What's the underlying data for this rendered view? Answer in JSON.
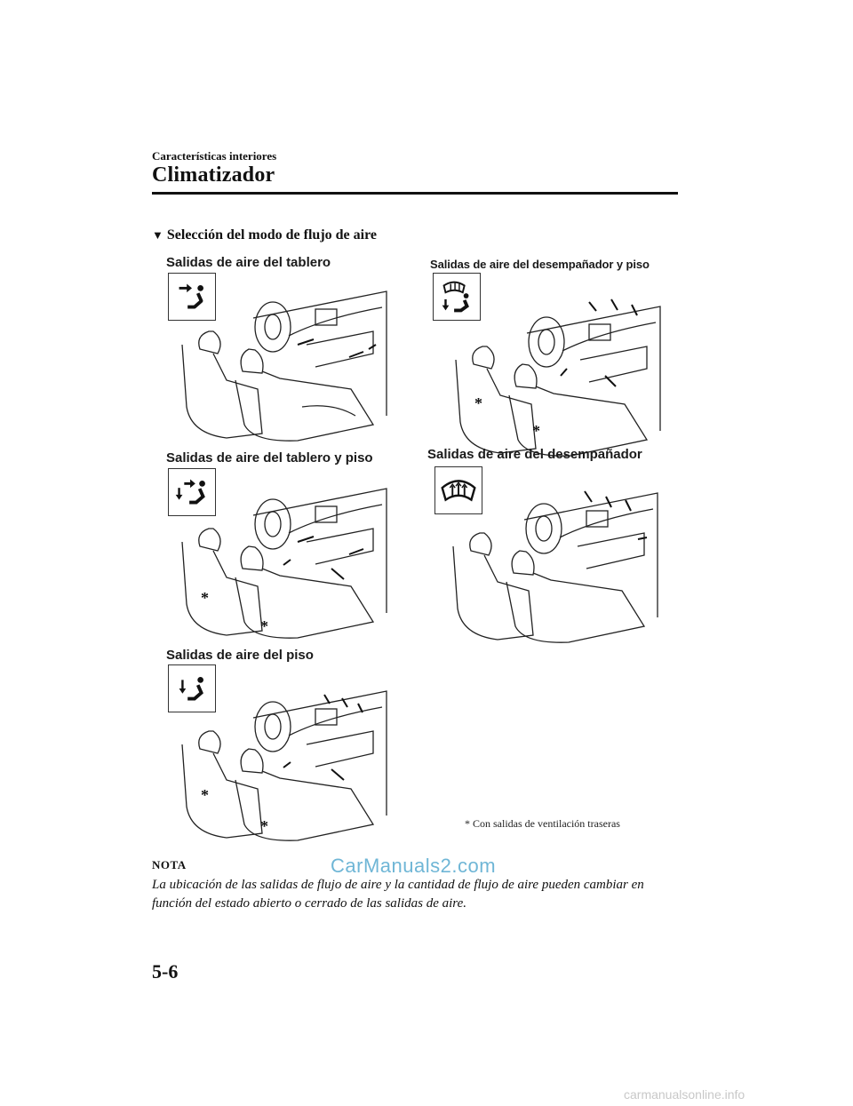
{
  "header": {
    "section": "Características interiores",
    "chapter_title": "Climatizador"
  },
  "subsection": {
    "marker": "▼",
    "title": "Selección del modo de flujo de aire"
  },
  "modes": [
    {
      "caption": "Salidas de aire del tablero",
      "icon": "vent-face-icon"
    },
    {
      "caption": "Salidas de aire del desempañador y piso",
      "icon": "defrost-floor-icon"
    },
    {
      "caption": "Salidas de aire del tablero y piso",
      "icon": "vent-face-floor-icon"
    },
    {
      "caption": "Salidas de aire del desempañador",
      "icon": "windshield-defrost-icon"
    },
    {
      "caption": "Salidas de aire del piso",
      "icon": "vent-floor-icon"
    }
  ],
  "asterisk": "*",
  "footnote": "* Con salidas de ventilación traseras",
  "note": {
    "label": "NOTA",
    "body": "La ubicación de las salidas de flujo de aire y la cantidad de flujo de aire pueden cambiar en función del estado abierto o cerrado de las salidas de aire."
  },
  "watermark": "CarManuals2.com",
  "page_number": "5-6",
  "footer_watermark": "carmanualsonline.info"
}
